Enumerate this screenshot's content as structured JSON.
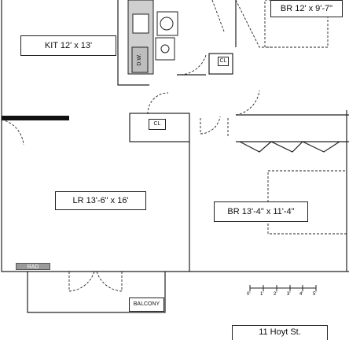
{
  "rooms": {
    "kitchen": "KIT 12' x 13'",
    "bedroom_top": "BR 12' x 9'-7\"",
    "living": "LR 13'-6\" x 16'",
    "bedroom_right": "BR 13'-4\" x 11'-4\""
  },
  "fixtures": {
    "dishwasher": "D.W.",
    "closet_kitchen": "CL",
    "closet_center": "CL",
    "radiator": "RAD",
    "balcony": "BALCONY"
  },
  "scale": {
    "ticks": [
      "0'",
      "1'",
      "2'",
      "3'",
      "4'",
      "5'"
    ]
  },
  "address": "11 Hoyt St."
}
